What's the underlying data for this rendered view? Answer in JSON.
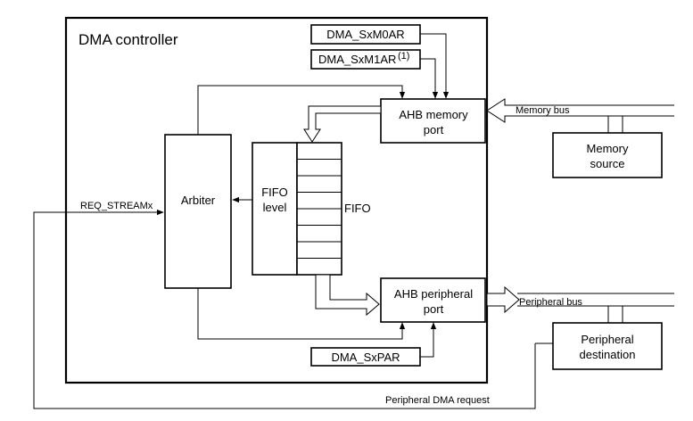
{
  "title": "DMA controller",
  "registers": {
    "m0ar": "DMA_SxM0AR",
    "m1ar": "DMA_SxM1AR",
    "m1ar_note": "(1)",
    "par": "DMA_SxPAR"
  },
  "blocks": {
    "arbiter": "Arbiter",
    "fifo_level_line1": "FIFO",
    "fifo_level_line2": "level",
    "fifo": "FIFO",
    "ahb_memory_line1": "AHB memory",
    "ahb_memory_line2": "port",
    "ahb_peripheral_line1": "AHB peripheral",
    "ahb_peripheral_line2": "port",
    "memory_source_line1": "Memory",
    "memory_source_line2": "source",
    "peripheral_dest_line1": "Peripheral",
    "peripheral_dest_line2": "destination"
  },
  "signals": {
    "req_stream": "REQ_STREAMx",
    "memory_bus": "Memory bus",
    "peripheral_bus": "Peripheral bus",
    "peripheral_dma_request": "Peripheral DMA request"
  }
}
